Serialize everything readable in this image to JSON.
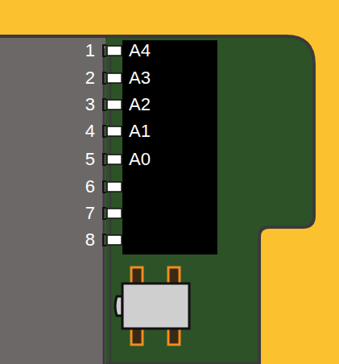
{
  "diagram": {
    "labels": [
      "1",
      "A4",
      "2",
      "A3",
      "3",
      "A2",
      "4",
      "A1",
      "5",
      "A0",
      "6",
      "7",
      "8"
    ]
  }
}
